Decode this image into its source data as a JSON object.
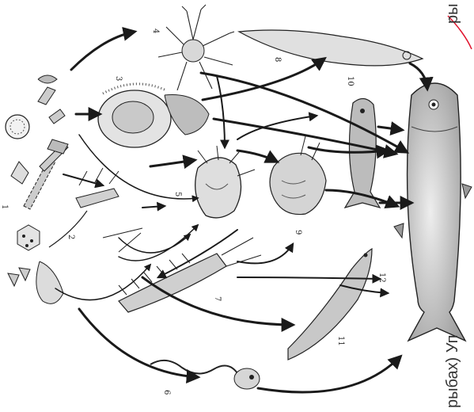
{
  "labels": {
    "n1": "1",
    "n2": "2",
    "n3": "3",
    "n4": "4",
    "n5": "5",
    "n6": "6",
    "n7": "7",
    "n8": "8",
    "n9": "9",
    "n10": "10",
    "n11": "11",
    "n12": "12"
  },
  "edge_text": "рыбах) Уп",
  "edge_text_top": "ры",
  "colors": {
    "ink": "#1a1a1a",
    "fill": "#d9d9d9",
    "mark": "#e0142e"
  }
}
